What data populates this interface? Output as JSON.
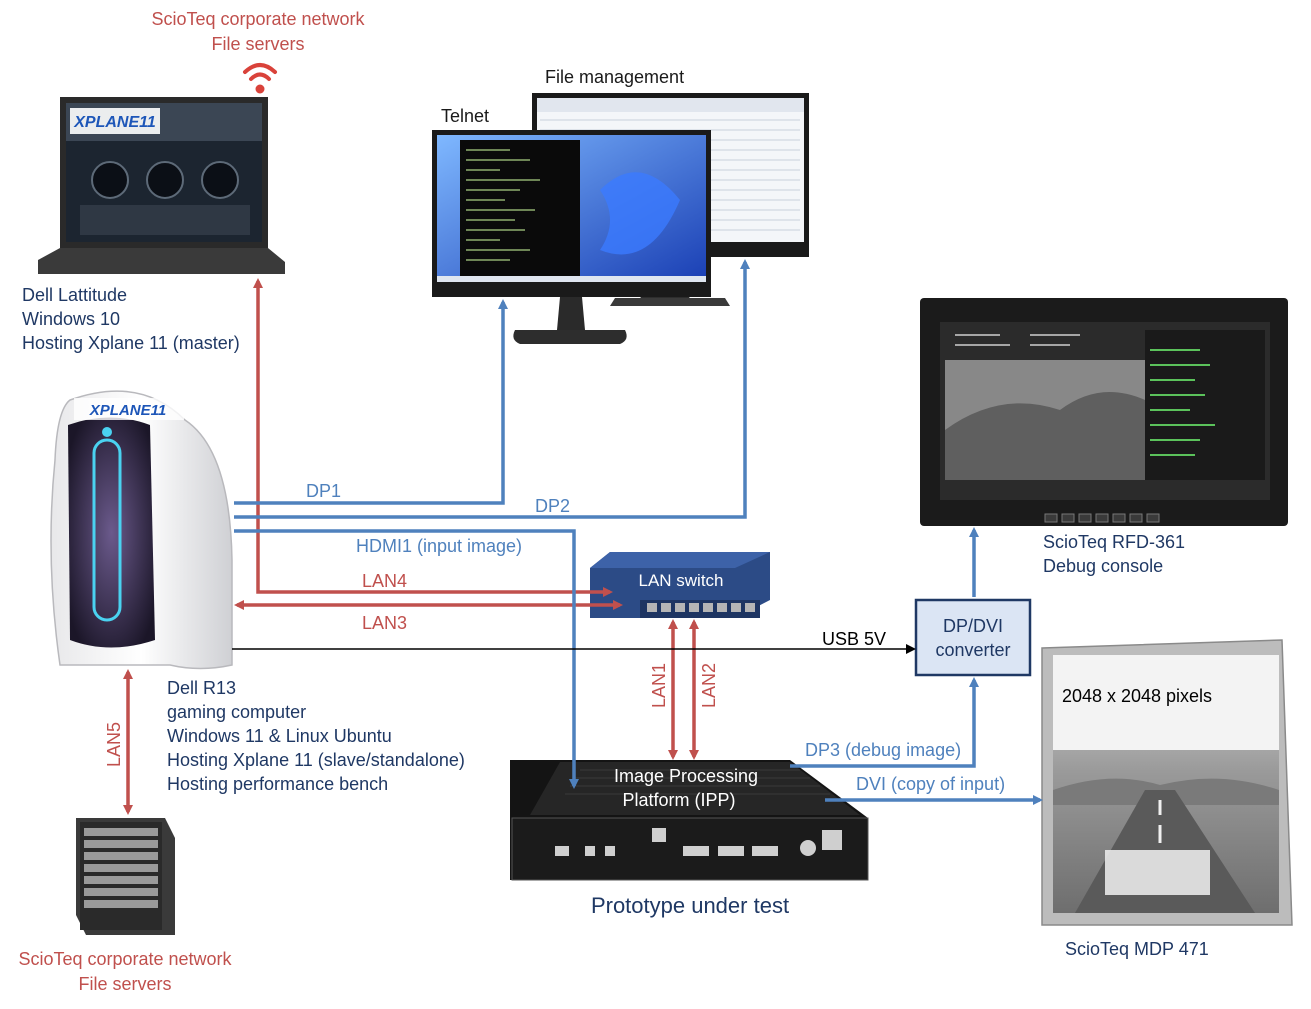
{
  "colors": {
    "lan": "#c0504d",
    "video": "#4f81bd",
    "usb": "#000000",
    "label_dark": "#1f3864",
    "label_black": "#1a1a1a"
  },
  "top_network": {
    "line1": "ScioTeq corporate network",
    "line2": "File servers",
    "icon": "wifi-icon"
  },
  "laptop": {
    "screen_logo": "XPLANE11",
    "line1": "Dell Lattitude",
    "line2": "Windows 10",
    "line3": "Hosting Xplane 11 (master)"
  },
  "monitors": {
    "telnet": "Telnet",
    "file_mgmt": "File management"
  },
  "tower": {
    "logo": "XPLANE11",
    "line1": "Dell R13",
    "line2": "gaming computer",
    "line3": "Windows 11 & Linux Ubuntu",
    "line4": "Hosting Xplane 11 (slave/standalone)",
    "line5": "Hosting performance bench"
  },
  "links": {
    "dp1": "DP1",
    "dp2": "DP2",
    "hdmi1": "HDMI1 (input image)",
    "lan4": "LAN4",
    "lan3": "LAN3",
    "usb": "USB 5V",
    "lan1": "LAN1",
    "lan2": "LAN2",
    "lan5": "LAN5",
    "dp3": "DP3 (debug image)",
    "dvi": "DVI (copy of input)"
  },
  "switch": {
    "label": "LAN switch"
  },
  "converter": {
    "line1": "DP/DVI",
    "line2": "converter"
  },
  "rfd": {
    "line1": "ScioTeq RFD-361",
    "line2": "Debug console"
  },
  "mdp": {
    "resolution": "2048 x 2048 pixels",
    "caption": "ScioTeq MDP 471"
  },
  "ipp": {
    "line1": "Image Processing",
    "line2": "Platform (IPP)",
    "caption": "Prototype under test"
  },
  "bottom_network": {
    "line1": "ScioTeq corporate network",
    "line2": "File servers"
  }
}
